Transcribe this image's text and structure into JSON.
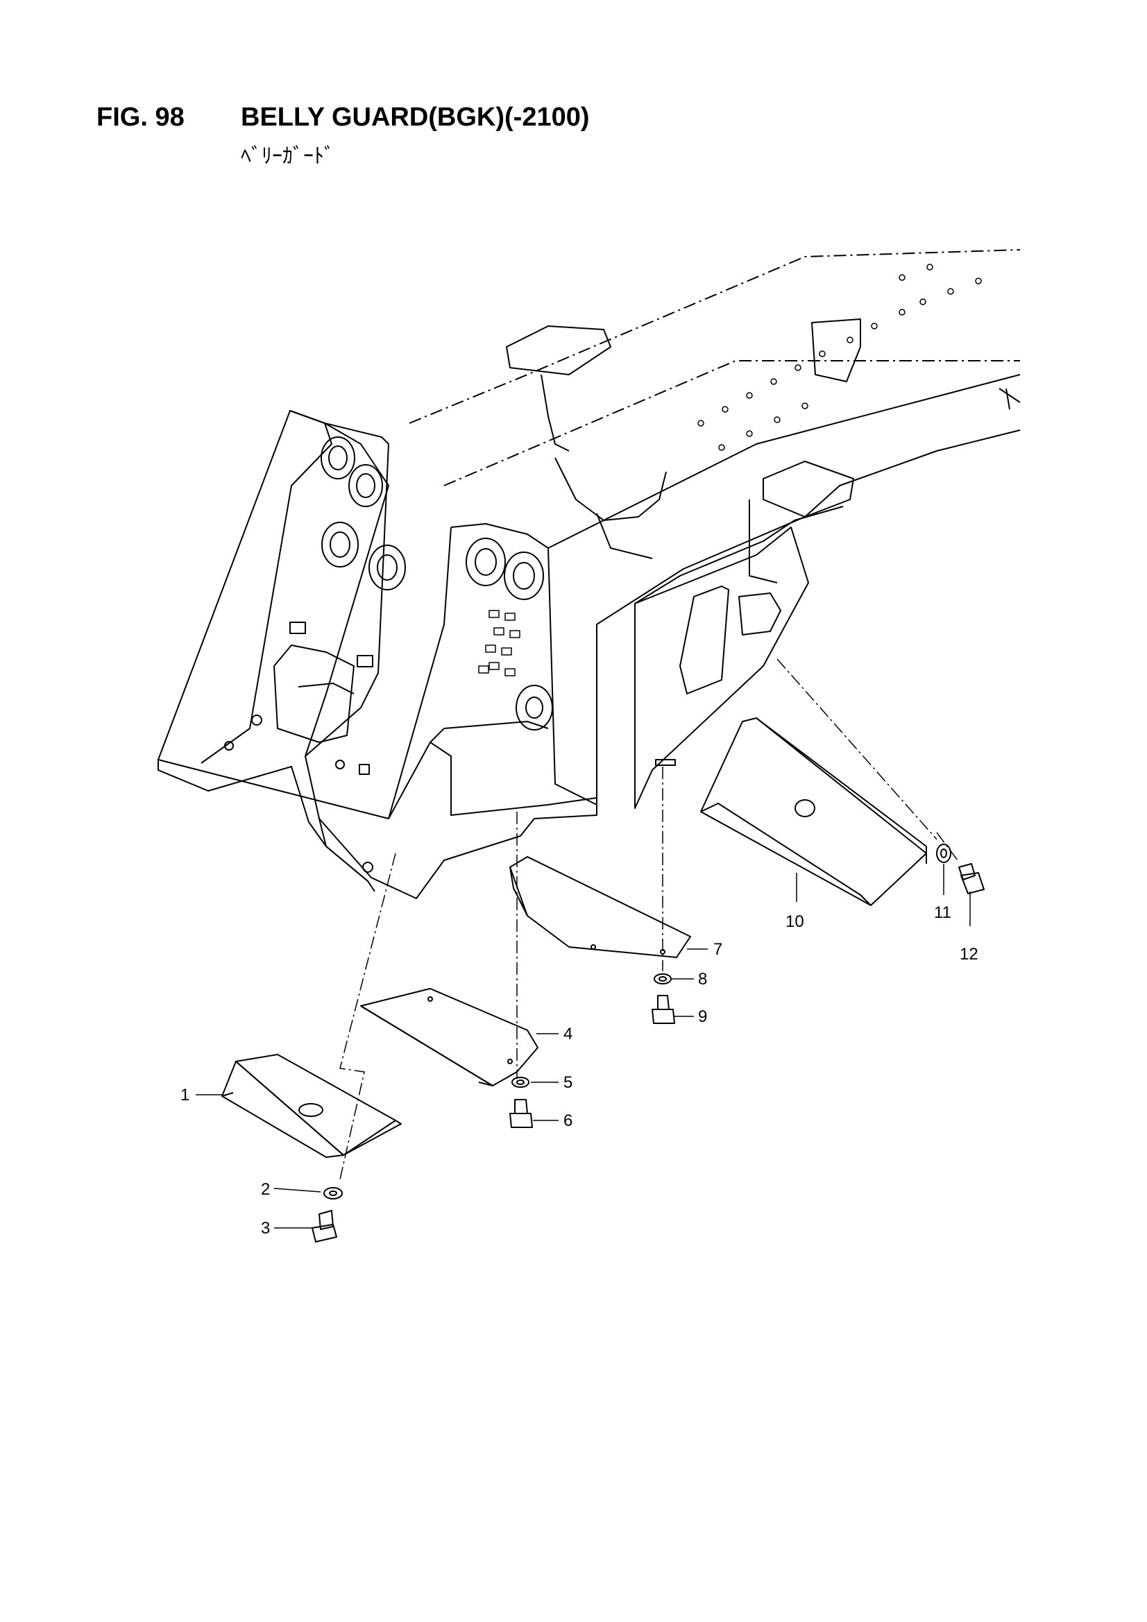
{
  "figure": {
    "number": "FIG. 98",
    "title": "BELLY GUARD(BGK)(-2100)",
    "subtitle": "ﾍﾞﾘｰｶﾞｰﾄﾞ"
  },
  "callouts": [
    {
      "id": "1",
      "label": "1"
    },
    {
      "id": "2",
      "label": "2"
    },
    {
      "id": "3",
      "label": "3"
    },
    {
      "id": "4",
      "label": "4"
    },
    {
      "id": "5",
      "label": "5"
    },
    {
      "id": "6",
      "label": "6"
    },
    {
      "id": "7",
      "label": "7"
    },
    {
      "id": "8",
      "label": "8"
    },
    {
      "id": "9",
      "label": "9"
    },
    {
      "id": "10",
      "label": "10"
    },
    {
      "id": "11",
      "label": "11"
    },
    {
      "id": "12",
      "label": "12"
    }
  ],
  "colors": {
    "line": "#000000",
    "background": "#ffffff"
  }
}
